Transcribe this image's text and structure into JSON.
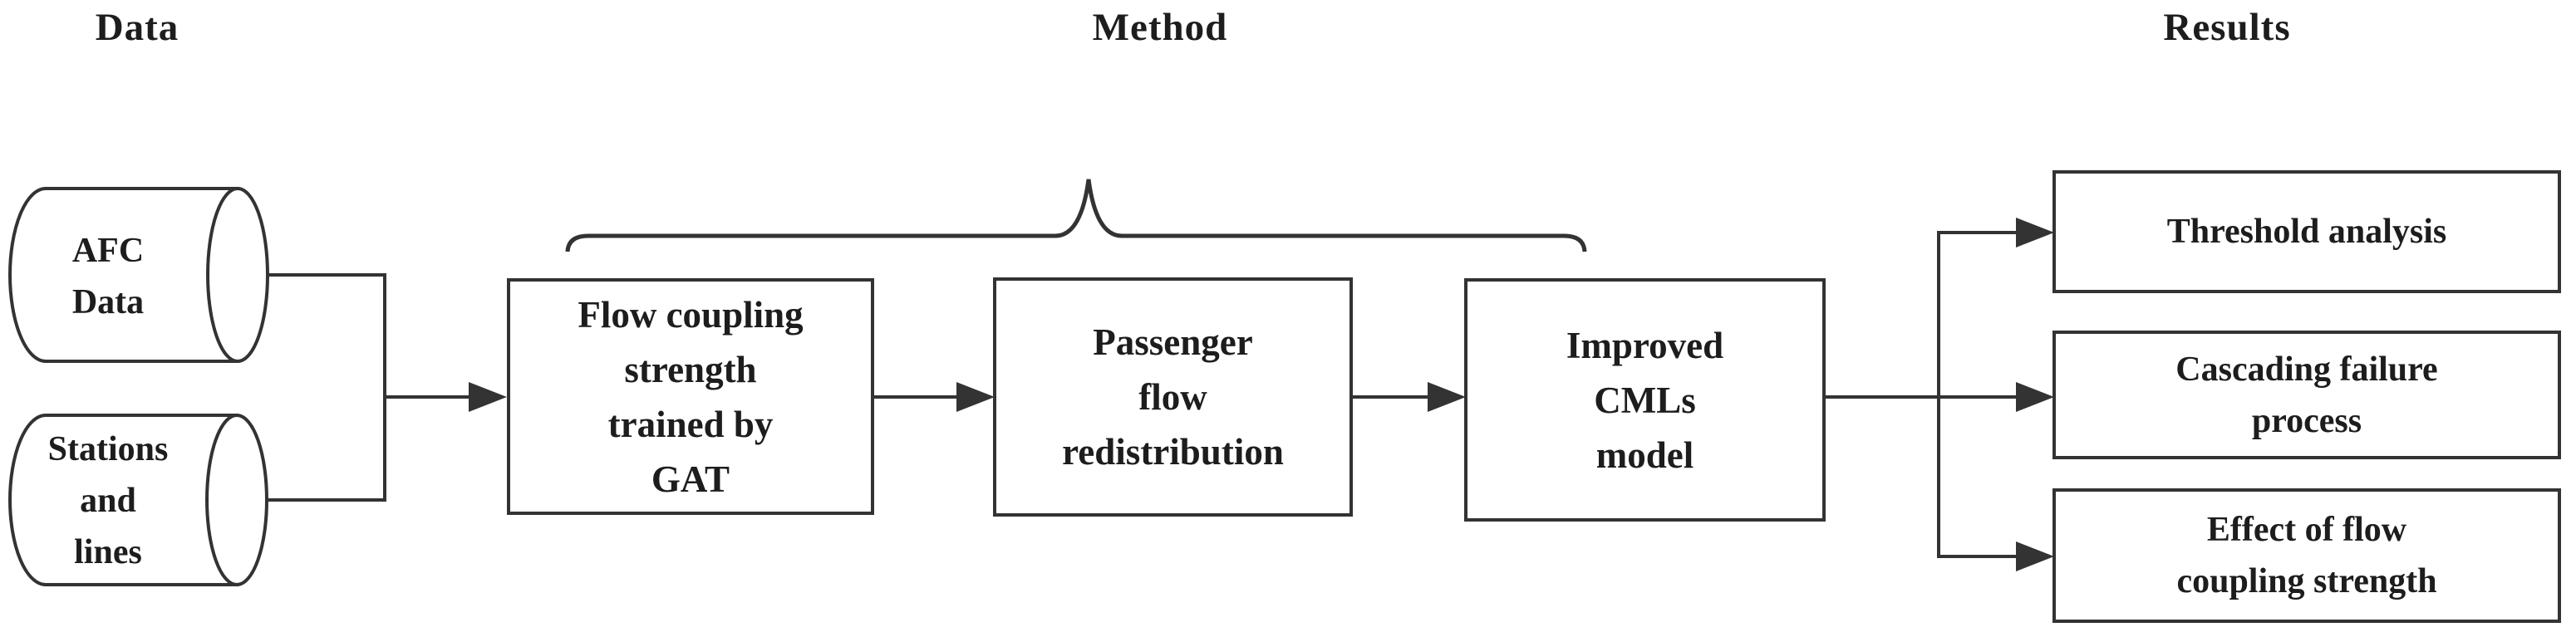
{
  "headers": {
    "data": "Data",
    "method": "Method",
    "results": "Results"
  },
  "data_section": {
    "cylinders": [
      {
        "label": "AFC\nData"
      },
      {
        "label": "Stations\nand\nlines"
      }
    ]
  },
  "method_section": {
    "boxes": [
      {
        "label": "Flow coupling\nstrength\ntrained by\nGAT"
      },
      {
        "label": "Passenger\nflow\nredistribution"
      },
      {
        "label": "Improved\nCMLs\nmodel"
      }
    ]
  },
  "results_section": {
    "boxes": [
      {
        "label": "Threshold analysis"
      },
      {
        "label": "Cascading failure\nprocess"
      },
      {
        "label": "Effect of flow\ncoupling strength"
      }
    ]
  },
  "colors": {
    "line": "#333333",
    "text": "#1d1d1d",
    "background": "#ffffff"
  }
}
